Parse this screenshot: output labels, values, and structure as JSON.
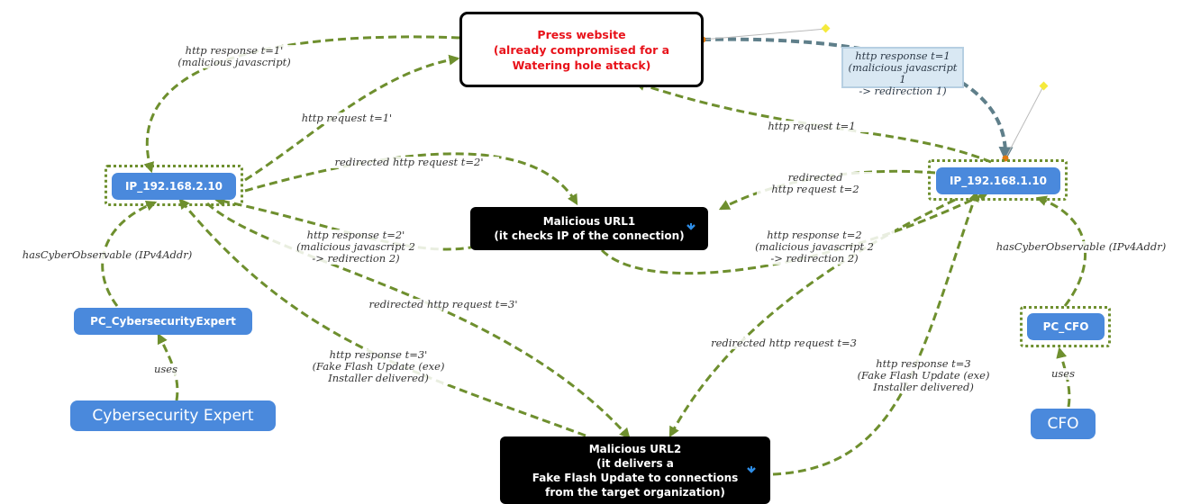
{
  "nodes": {
    "press_website": "Press website\n(already compromised for a\nWatering hole attack)",
    "ip_2": "IP_192.168.2.10",
    "ip_1": "IP_192.168.1.10",
    "malicious_url1": "Malicious URL1\n(it checks IP of the connection)",
    "malicious_url2": "Malicious URL2\n(it delivers a\nFake Flash Update to connections\nfrom the target organization)",
    "pc_expert": "PC_CybersecurityExpert",
    "pc_cfo": "PC_CFO",
    "expert": "Cybersecurity Expert",
    "cfo": "CFO"
  },
  "edge_labels": {
    "resp_t1p": "http response t=1'\n(malicious javascript)",
    "req_t1p": "http request t=1'",
    "redir_req_t2p": "redirected http request t=2'",
    "resp_t2p": "http response t=2'\n(malicious javascript 2\n-> redirection 2)",
    "redir_req_t3p": "redirected http request t=3'",
    "resp_t3p": "http response t=3'\n(Fake Flash Update (exe)\nInstaller delivered)",
    "has_obs_left": "hasCyberObservable (IPv4Addr)",
    "uses_left": "uses",
    "req_t1": "http request t=1",
    "redir_req_t2": "redirected\nhttp request t=2",
    "resp_t2": "http response t=2\n(malicious javascript 2\n-> redirection 2)",
    "redir_req_t3": "redirected http request t=3",
    "resp_t3": "http response t=3\n(Fake Flash Update (exe)\nInstaller delivered)",
    "has_obs_right": "hasCyberObservable (IPv4Addr)",
    "uses_right": "uses",
    "resp_t1_callout": "http response t=1\n(malicious javascript 1\n-> redirection 1)"
  },
  "colors": {
    "edge": "#6e8f2e",
    "node_blue": "#4a89dc",
    "press_text": "#e8121a",
    "callout_fill": "#d9e8f3"
  },
  "icons": [
    "expand-icon"
  ]
}
